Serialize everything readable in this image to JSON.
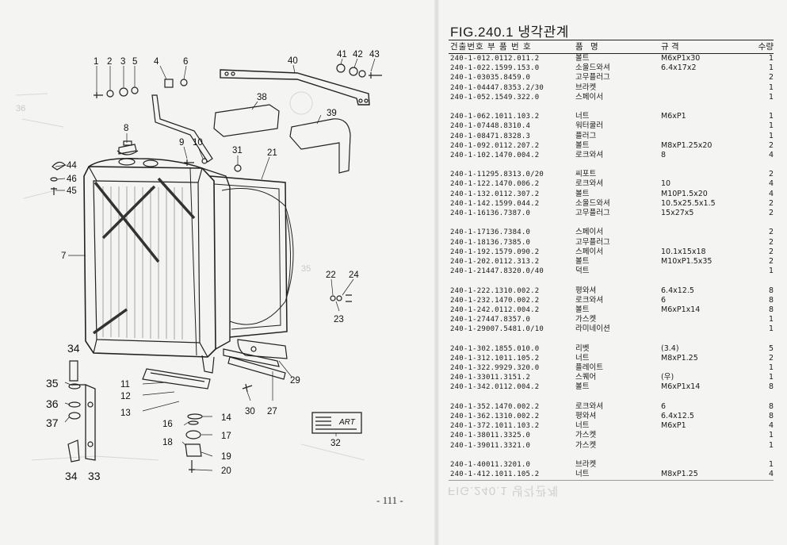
{
  "page": {
    "number": "- 111 -",
    "bleed_text": "FIG.240.1 냉각관계"
  },
  "figure": {
    "title": "FIG.240.1 냉각관계",
    "headers": {
      "part_no": "건출번호  부 품 번 호",
      "name": "품     명",
      "spec": "규     격",
      "qty": "수량"
    },
    "rows": [
      {
        "no": "240-1-012.0112.011.2",
        "name": "볼트",
        "spec": "M6xP1x30",
        "qty": "1",
        "gap": false
      },
      {
        "no": "240-1-022.1599.153.0",
        "name": "소울드와셔",
        "spec": "6.4x17x2",
        "qty": "1",
        "gap": false
      },
      {
        "no": "240-1-03035.8459.0",
        "name": "고무플러그",
        "spec": "",
        "qty": "2",
        "gap": false
      },
      {
        "no": "240-1-04447.8353.2/30",
        "name": "브라켓",
        "spec": "",
        "qty": "1",
        "gap": false
      },
      {
        "no": "240-1-052.1549.322.0",
        "name": "스페이서",
        "spec": "",
        "qty": "1",
        "gap": false
      },
      {
        "no": "240-1-062.1011.103.2",
        "name": "너트",
        "spec": "M6xP1",
        "qty": "1",
        "gap": true
      },
      {
        "no": "240-1-07448.8310.4",
        "name": "워터쿨러",
        "spec": "",
        "qty": "1",
        "gap": false
      },
      {
        "no": "240-1-08471.8328.3",
        "name": "플러그",
        "spec": "",
        "qty": "1",
        "gap": false
      },
      {
        "no": "240-1-092.0112.207.2",
        "name": "볼트",
        "spec": "M8xP1.25x20",
        "qty": "2",
        "gap": false
      },
      {
        "no": "240-1-102.1470.004.2",
        "name": "로크와셔",
        "spec": "8",
        "qty": "4",
        "gap": false
      },
      {
        "no": "240-1-11295.8313.0/20",
        "name": "씨포트",
        "spec": "",
        "qty": "2",
        "gap": true
      },
      {
        "no": "240-1-122.1470.006.2",
        "name": "로크와셔",
        "spec": "10",
        "qty": "4",
        "gap": false
      },
      {
        "no": "240-1-132.0112.307.2",
        "name": "볼트",
        "spec": "M10P1.5x20",
        "qty": "4",
        "gap": false
      },
      {
        "no": "240-1-142.1599.044.2",
        "name": "소울드와셔",
        "spec": "10.5x25.5x1.5",
        "qty": "2",
        "gap": false
      },
      {
        "no": "240-1-16136.7387.0",
        "name": "고무플러그",
        "spec": "15x27x5",
        "qty": "2",
        "gap": false
      },
      {
        "no": "240-1-17136.7384.0",
        "name": "스페이서",
        "spec": "",
        "qty": "2",
        "gap": true
      },
      {
        "no": "240-1-18136.7385.0",
        "name": "고무플러그",
        "spec": "",
        "qty": "2",
        "gap": false
      },
      {
        "no": "240-1-192.1579.090.2",
        "name": "스페이서",
        "spec": "10.1x15x18",
        "qty": "2",
        "gap": false
      },
      {
        "no": "240-1-202.0112.313.2",
        "name": "볼트",
        "spec": "M10xP1.5x35",
        "qty": "2",
        "gap": false
      },
      {
        "no": "240-1-21447.8320.0/40",
        "name": "덕트",
        "spec": "",
        "qty": "1",
        "gap": false
      },
      {
        "no": "240-1-222.1310.002.2",
        "name": "평와셔",
        "spec": "6.4x12.5",
        "qty": "8",
        "gap": true
      },
      {
        "no": "240-1-232.1470.002.2",
        "name": "로크와셔",
        "spec": "6",
        "qty": "8",
        "gap": false
      },
      {
        "no": "240-1-242.0112.004.2",
        "name": "볼트",
        "spec": "M6xP1x14",
        "qty": "8",
        "gap": false
      },
      {
        "no": "240-1-27447.8357.0",
        "name": "가스켓",
        "spec": "",
        "qty": "1",
        "gap": false
      },
      {
        "no": "240-1-29007.5481.0/10",
        "name": "라미네이션",
        "spec": "",
        "qty": "1",
        "gap": false
      },
      {
        "no": "240-1-302.1855.010.0",
        "name": "리벳",
        "spec": "(3.4)",
        "qty": "5",
        "gap": true
      },
      {
        "no": "240-1-312.1011.105.2",
        "name": "너트",
        "spec": "M8xP1.25",
        "qty": "2",
        "gap": false
      },
      {
        "no": "240-1-322.9929.320.0",
        "name": "플레이트",
        "spec": "",
        "qty": "1",
        "gap": false
      },
      {
        "no": "240-1-33011.3151.2",
        "name": "스퀘어",
        "spec": "(우)",
        "qty": "1",
        "gap": false
      },
      {
        "no": "240-1-342.0112.004.2",
        "name": "볼트",
        "spec": "M6xP1x14",
        "qty": "8",
        "gap": false
      },
      {
        "no": "240-1-352.1470.002.2",
        "name": "로크와셔",
        "spec": "6",
        "qty": "8",
        "gap": true
      },
      {
        "no": "240-1-362.1310.002.2",
        "name": "평와셔",
        "spec": "6.4x12.5",
        "qty": "8",
        "gap": false
      },
      {
        "no": "240-1-372.1011.103.2",
        "name": "너트",
        "spec": "M6xP1",
        "qty": "4",
        "gap": false
      },
      {
        "no": "240-1-38011.3325.0",
        "name": "가스켓",
        "spec": "",
        "qty": "1",
        "gap": false
      },
      {
        "no": "240-1-39011.3321.0",
        "name": "가스켓",
        "spec": "",
        "qty": "1",
        "gap": false
      },
      {
        "no": "240-1-40011.3201.0",
        "name": "브라켓",
        "spec": "",
        "qty": "1",
        "gap": true
      },
      {
        "no": "240-1-412.1011.105.2",
        "name": "너트",
        "spec": "M8xP1.25",
        "qty": "4",
        "gap": false
      }
    ]
  },
  "diagram": {
    "callouts": {
      "c1": "1",
      "c2": "2",
      "c3": "3",
      "c5": "5",
      "c4": "4",
      "c6": "6",
      "c40": "40",
      "c41": "41",
      "c42": "42",
      "c43": "43",
      "c38": "38",
      "c39": "39",
      "c8": "8",
      "c9": "9",
      "c10": "10",
      "c31": "31",
      "c21": "21",
      "c44": "44",
      "c46": "46",
      "c45": "45",
      "c7": "7",
      "c22": "22",
      "c24": "24",
      "c23": "23",
      "c34a": "34",
      "c35": "35",
      "c36": "36",
      "c37": "37",
      "c34b": "34",
      "c33": "33",
      "c11": "11",
      "c12": "12",
      "c13": "13",
      "c14": "14",
      "c16": "16",
      "c17": "17",
      "c18": "18",
      "c19": "19",
      "c20": "20",
      "c30": "30",
      "c27": "27",
      "c29": "29",
      "c32": "32"
    },
    "label_plate_text": "ART"
  }
}
